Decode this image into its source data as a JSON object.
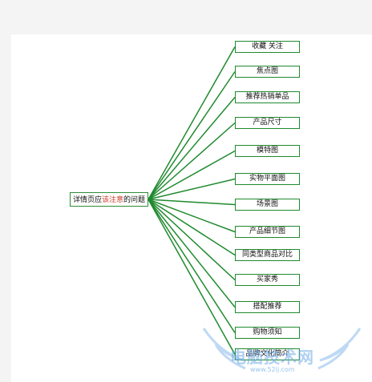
{
  "root": {
    "parts": [
      "详情页应",
      "该注意",
      "的问题"
    ]
  },
  "branches": [
    "收藏 关注",
    "焦点图",
    "推荐热销单品",
    "产品尺寸",
    "模特图",
    "实物平面图",
    "场景图",
    "产品细节图",
    "同类型商品对比",
    "买家秀",
    "搭配推荐",
    "购物须知",
    "品牌文化简介"
  ],
  "colors": {
    "line": "#1f8a2e",
    "root_highlight": "#d13a2a"
  },
  "watermark": {
    "text": "电脑技术网",
    "url": "www.52ij.com"
  }
}
